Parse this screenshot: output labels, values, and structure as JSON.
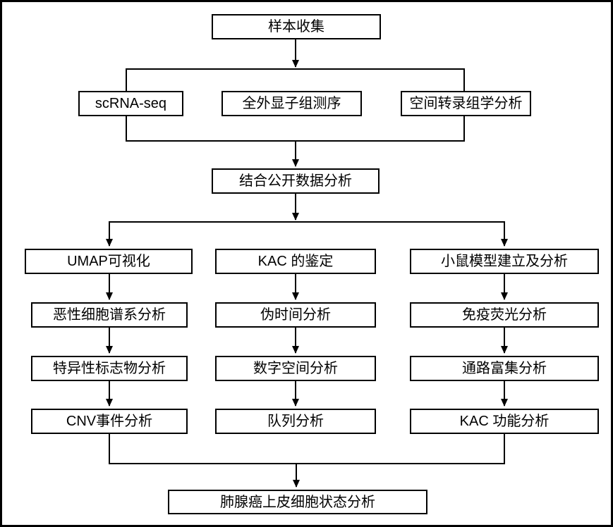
{
  "nodes": {
    "sample_collection": {
      "label": "样本收集"
    },
    "scrna_seq": {
      "label": "scRNA-seq"
    },
    "wes": {
      "label": "全外显子组测序"
    },
    "spatial": {
      "label": "空间转录组学分析"
    },
    "public_data": {
      "label": "结合公开数据分析"
    },
    "umap": {
      "label": "UMAP可视化"
    },
    "lineage": {
      "label": "恶性细胞谱系分析"
    },
    "markers": {
      "label": "特异性标志物分析"
    },
    "cnv": {
      "label": "CNV事件分析"
    },
    "kac_id": {
      "label": "KAC 的鉴定"
    },
    "pseudotime": {
      "label": "伪时间分析"
    },
    "digital_spatial": {
      "label": "数字空间分析"
    },
    "cohort": {
      "label": "队列分析"
    },
    "mouse_model": {
      "label": "小鼠模型建立及分析"
    },
    "immunofluorescence": {
      "label": "免疫荧光分析"
    },
    "pathway": {
      "label": "通路富集分析"
    },
    "kac_function": {
      "label": "KAC 功能分析"
    },
    "final_state": {
      "label": "肺腺癌上皮细胞状态分析"
    }
  },
  "edges": [
    {
      "from": "sample_collection",
      "to": "sequencing-group"
    },
    {
      "from": "sequencing-group",
      "to": "public_data"
    },
    {
      "from": "public_data",
      "to": "branch-line"
    },
    {
      "from": "branch-line",
      "to": "umap"
    },
    {
      "from": "branch-line",
      "to": "mouse_model"
    },
    {
      "from": "umap",
      "to": "lineage"
    },
    {
      "from": "lineage",
      "to": "markers"
    },
    {
      "from": "markers",
      "to": "cnv"
    },
    {
      "from": "kac_id",
      "to": "pseudotime"
    },
    {
      "from": "pseudotime",
      "to": "digital_spatial"
    },
    {
      "from": "digital_spatial",
      "to": "cohort"
    },
    {
      "from": "mouse_model",
      "to": "immunofluorescence"
    },
    {
      "from": "immunofluorescence",
      "to": "pathway"
    },
    {
      "from": "pathway",
      "to": "kac_function"
    },
    {
      "from": "cnv",
      "to": "merge-line"
    },
    {
      "from": "kac_function",
      "to": "merge-line"
    },
    {
      "from": "merge-line",
      "to": "final_state"
    }
  ],
  "colors": {
    "line": "#000000",
    "box_border": "#000000",
    "box_fill": "#ffffff",
    "background": "#ffffff",
    "text": "#000000"
  }
}
